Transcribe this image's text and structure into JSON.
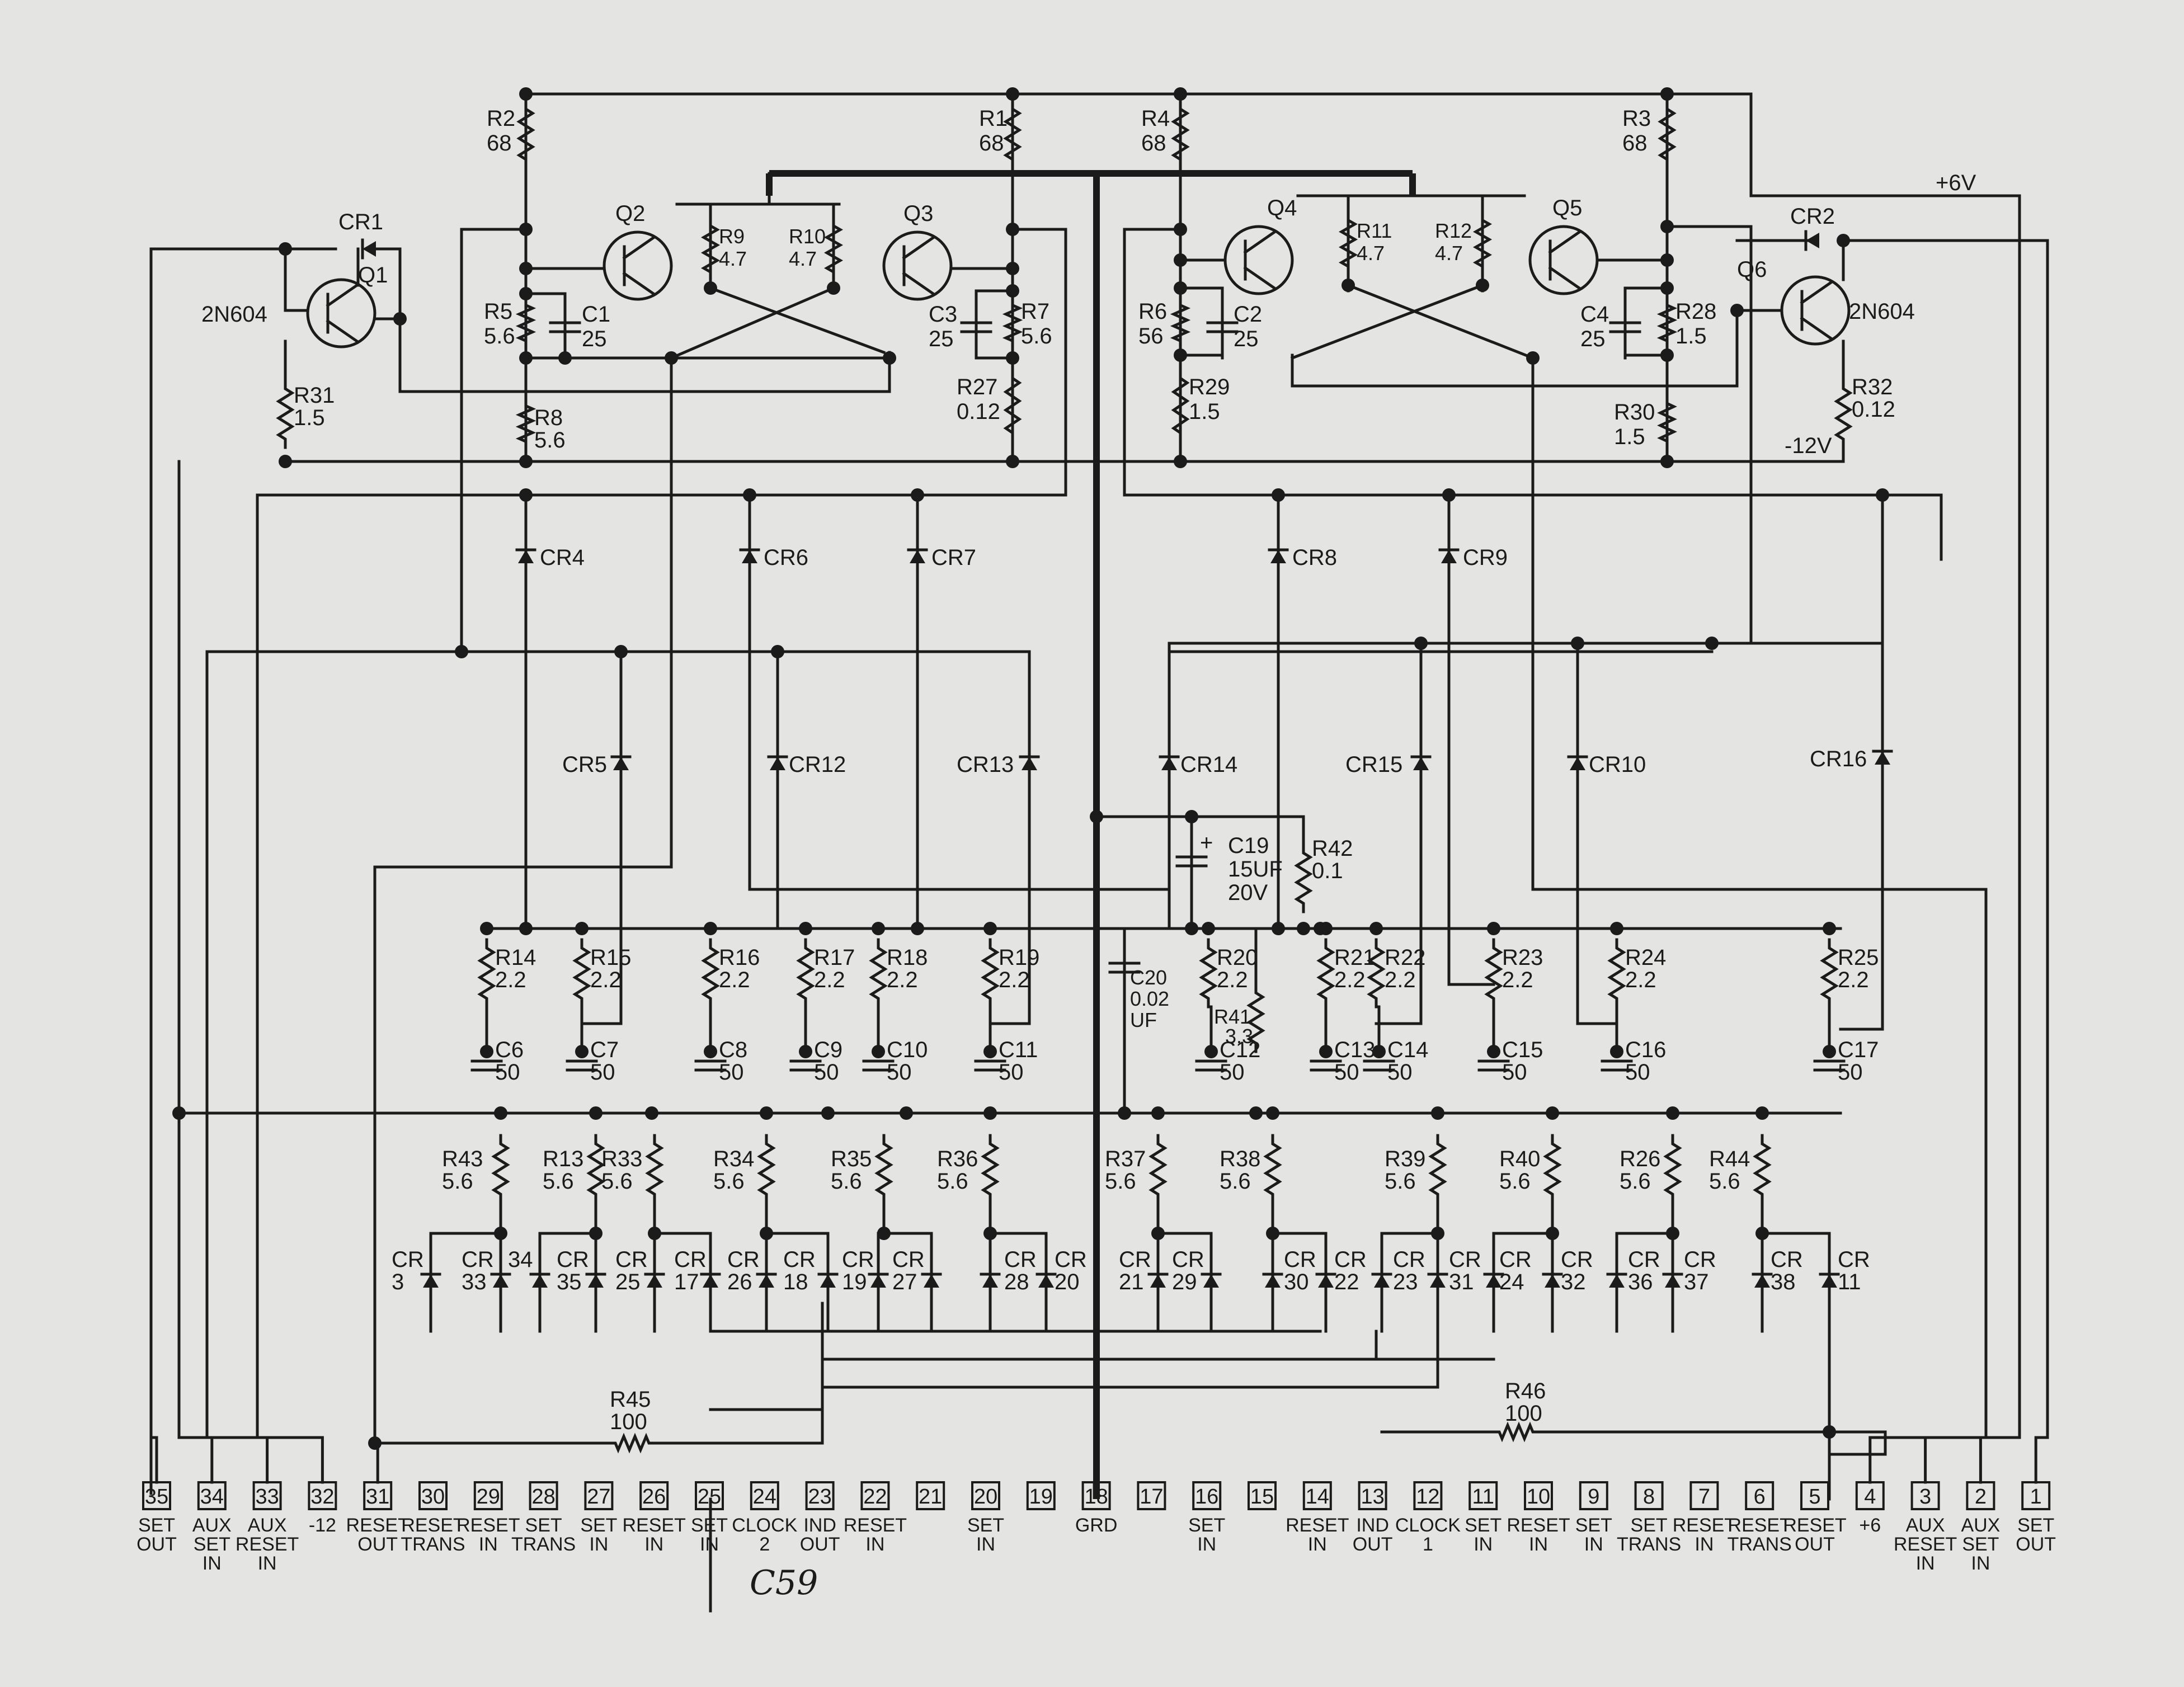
{
  "supply": {
    "pos": "+6V",
    "neg": "-12V"
  },
  "transistors": [
    {
      "ref": "Q1",
      "type": "2N604"
    },
    {
      "ref": "Q2",
      "type": ""
    },
    {
      "ref": "Q3",
      "type": ""
    },
    {
      "ref": "Q4",
      "type": ""
    },
    {
      "ref": "Q5",
      "type": ""
    },
    {
      "ref": "Q6",
      "type": "2N604"
    }
  ],
  "resistors_top": [
    {
      "ref": "R2",
      "value": "68"
    },
    {
      "ref": "R1",
      "value": "68"
    },
    {
      "ref": "R4",
      "value": "68"
    },
    {
      "ref": "R3",
      "value": "68"
    },
    {
      "ref": "R9",
      "value": "4.7"
    },
    {
      "ref": "R10",
      "value": "4.7"
    },
    {
      "ref": "R11",
      "value": "4.7"
    },
    {
      "ref": "R12",
      "value": "4.7"
    },
    {
      "ref": "R5",
      "value": "5.6"
    },
    {
      "ref": "R7",
      "value": "5.6"
    },
    {
      "ref": "R6",
      "value": "56"
    },
    {
      "ref": "R8",
      "value": "5.6"
    },
    {
      "ref": "R27",
      "value": "0.12"
    },
    {
      "ref": "R28",
      "value": "1.5"
    },
    {
      "ref": "R29",
      "value": "1.5"
    },
    {
      "ref": "R30",
      "value": "1.5"
    },
    {
      "ref": "R31",
      "value": "1.5"
    },
    {
      "ref": "R32",
      "value": "0.12"
    }
  ],
  "capacitors_top": [
    {
      "ref": "C1",
      "value": "25"
    },
    {
      "ref": "C3",
      "value": "25"
    },
    {
      "ref": "C2",
      "value": "25"
    },
    {
      "ref": "C4",
      "value": "25"
    }
  ],
  "diodes_top": [
    "CR1",
    "CR2",
    "CR4",
    "CR6",
    "CR7",
    "CR8",
    "CR9",
    "CR5",
    "CR12",
    "CR13",
    "CR14",
    "CR15",
    "CR10",
    "CR16"
  ],
  "c19": {
    "ref": "C19",
    "value": "15UF",
    "volt": "20V"
  },
  "r42": {
    "ref": "R42",
    "value": "0.1"
  },
  "c20": {
    "ref": "C20",
    "value": "0.02",
    "unit": "UF"
  },
  "r41": {
    "ref": "R41",
    "value": "3.3"
  },
  "r45": {
    "ref": "R45",
    "value": "100"
  },
  "r46": {
    "ref": "R46",
    "value": "100"
  },
  "mid_resistors": [
    {
      "ref": "R14",
      "value": "2.2"
    },
    {
      "ref": "R15",
      "value": "2.2"
    },
    {
      "ref": "R16",
      "value": "2.2"
    },
    {
      "ref": "R17",
      "value": "2.2"
    },
    {
      "ref": "R18",
      "value": "2.2"
    },
    {
      "ref": "R19",
      "value": "2.2"
    },
    {
      "ref": "R20",
      "value": "2.2"
    },
    {
      "ref": "R21",
      "value": "2.2"
    },
    {
      "ref": "R22",
      "value": "2.2"
    },
    {
      "ref": "R23",
      "value": "2.2"
    },
    {
      "ref": "R24",
      "value": "2.2"
    },
    {
      "ref": "R25",
      "value": "2.2"
    }
  ],
  "mid_caps": [
    {
      "ref": "C6",
      "value": "50"
    },
    {
      "ref": "C7",
      "value": "50"
    },
    {
      "ref": "C8",
      "value": "50"
    },
    {
      "ref": "C9",
      "value": "50"
    },
    {
      "ref": "C10",
      "value": "50"
    },
    {
      "ref": "C11",
      "value": "50"
    },
    {
      "ref": "C12",
      "value": "50"
    },
    {
      "ref": "C13",
      "value": "50"
    },
    {
      "ref": "C14",
      "value": "50"
    },
    {
      "ref": "C15",
      "value": "50"
    },
    {
      "ref": "C16",
      "value": "50"
    },
    {
      "ref": "C17",
      "value": "50"
    }
  ],
  "low_resistors": [
    {
      "ref": "R43",
      "value": "5.6"
    },
    {
      "ref": "R13",
      "value": "5.6"
    },
    {
      "ref": "R33",
      "value": "5.6"
    },
    {
      "ref": "R34",
      "value": "5.6"
    },
    {
      "ref": "R35",
      "value": "5.6"
    },
    {
      "ref": "R36",
      "value": "5.6"
    },
    {
      "ref": "R37",
      "value": "5.6"
    },
    {
      "ref": "R38",
      "value": "5.6"
    },
    {
      "ref": "R39",
      "value": "5.6"
    },
    {
      "ref": "R40",
      "value": "5.6"
    },
    {
      "ref": "R26",
      "value": "5.6"
    },
    {
      "ref": "R44",
      "value": "5.6"
    }
  ],
  "low_diode_labels": [
    "CR 3",
    "CR 33",
    "34",
    "CR 35",
    "CR 25",
    "CR 17",
    "CR 26",
    "CR 18",
    "CR 19",
    "CR 27",
    "CR 28",
    "CR 20",
    "CR 21",
    "CR 29",
    "CR 30",
    "CR 22",
    "CR 23",
    "CR 31",
    "CR 24",
    "CR 32",
    "CR 36",
    "CR 37",
    "CR 38",
    "CR 11"
  ],
  "pins": [
    {
      "num": "35",
      "label": [
        "SET",
        "OUT"
      ]
    },
    {
      "num": "34",
      "label": [
        "AUX",
        "SET",
        "IN"
      ]
    },
    {
      "num": "33",
      "label": [
        "AUX",
        "RESET",
        "IN"
      ]
    },
    {
      "num": "32",
      "label": [
        "-12"
      ]
    },
    {
      "num": "31",
      "label": [
        "RESET",
        "OUT"
      ]
    },
    {
      "num": "30",
      "label": [
        "RESET",
        "TRANS"
      ]
    },
    {
      "num": "29",
      "label": [
        "RESET",
        "IN"
      ]
    },
    {
      "num": "28",
      "label": [
        "SET",
        "TRANS"
      ]
    },
    {
      "num": "27",
      "label": [
        "SET",
        "IN"
      ]
    },
    {
      "num": "26",
      "label": [
        "RESET",
        "IN"
      ]
    },
    {
      "num": "25",
      "label": [
        "SET",
        "IN"
      ]
    },
    {
      "num": "24",
      "label": [
        "CLOCK",
        "2"
      ]
    },
    {
      "num": "23",
      "label": [
        "IND",
        "OUT"
      ]
    },
    {
      "num": "22",
      "label": [
        "RESET",
        "IN"
      ]
    },
    {
      "num": "21",
      "label": []
    },
    {
      "num": "20",
      "label": [
        "SET",
        "IN"
      ]
    },
    {
      "num": "19",
      "label": []
    },
    {
      "num": "18",
      "label": [
        "GRD"
      ]
    },
    {
      "num": "17",
      "label": []
    },
    {
      "num": "16",
      "label": [
        "SET",
        "IN"
      ]
    },
    {
      "num": "15",
      "label": []
    },
    {
      "num": "14",
      "label": [
        "RESET",
        "IN"
      ]
    },
    {
      "num": "13",
      "label": [
        "IND",
        "OUT"
      ]
    },
    {
      "num": "12",
      "label": [
        "CLOCK",
        "1"
      ]
    },
    {
      "num": "11",
      "label": [
        "SET",
        "IN"
      ]
    },
    {
      "num": "10",
      "label": [
        "RESET",
        "IN"
      ]
    },
    {
      "num": "9",
      "label": [
        "SET",
        "IN"
      ]
    },
    {
      "num": "8",
      "label": [
        "SET",
        "TRANS"
      ]
    },
    {
      "num": "7",
      "label": [
        "RESET",
        "IN"
      ]
    },
    {
      "num": "6",
      "label": [
        "RESET",
        "TRANS"
      ]
    },
    {
      "num": "5",
      "label": [
        "RESET",
        "OUT"
      ]
    },
    {
      "num": "4",
      "label": [
        "+6"
      ]
    },
    {
      "num": "3",
      "label": [
        "AUX",
        "RESET",
        "IN"
      ]
    },
    {
      "num": "2",
      "label": [
        "AUX",
        "SET",
        "IN"
      ]
    },
    {
      "num": "1",
      "label": [
        "SET",
        "OUT"
      ]
    }
  ],
  "handwritten": "C59"
}
